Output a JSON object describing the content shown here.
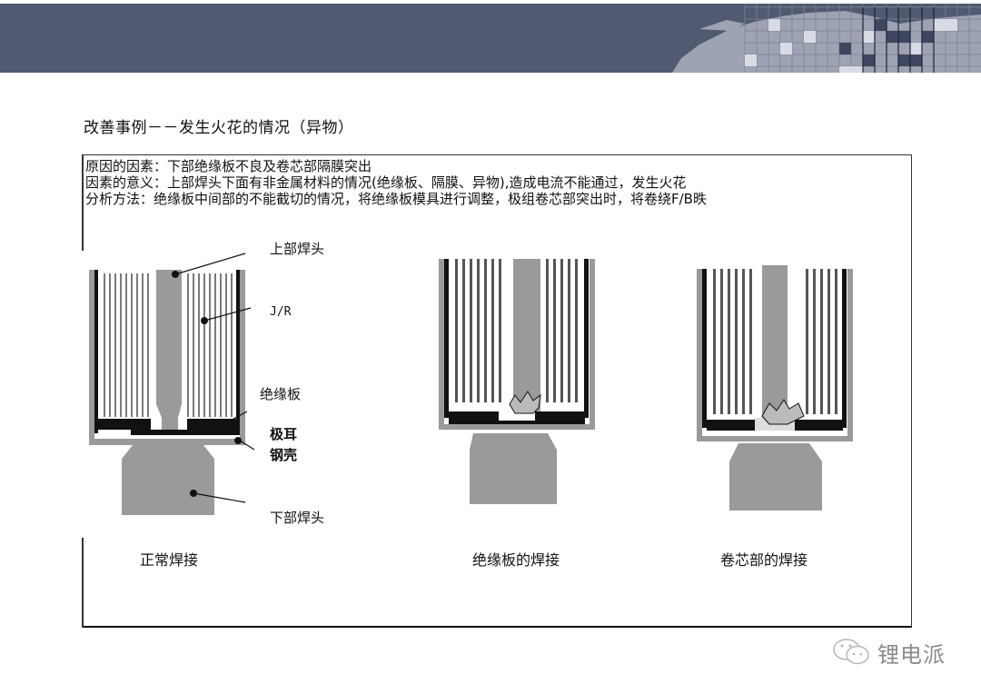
{
  "header": {
    "bar_color": "#515a70",
    "decoration": "world-map-grid-banner"
  },
  "slide": {
    "title": "改善事例－－发生火花的情况（异物）"
  },
  "content_box": {
    "lines": [
      "原因的因素：下部绝缘板不良及卷芯部隔膜突出",
      "因素的意义：上部焊头下面有非金属材料的情况(绝缘板、隔膜、异物),造成电流不能通过，发生火花",
      "分析方法：绝缘板中间部的不能截切的情况，将绝缘板模具进行调整，极组卷芯部突出时，将卷绕F/B昳"
    ],
    "diagram_labels": {
      "upper_weld_head": "上部焊头",
      "jelly_roll": "J/R",
      "insulation_plate": "绝缘板",
      "tab": "极耳",
      "steel_can": "钢壳",
      "lower_weld_head": "下部焊头"
    },
    "captions": [
      "正常焊接",
      "绝缘板的焊接",
      "卷芯部的焊接"
    ]
  },
  "watermark": {
    "icon": "wechat-icon",
    "text": "锂电派"
  }
}
